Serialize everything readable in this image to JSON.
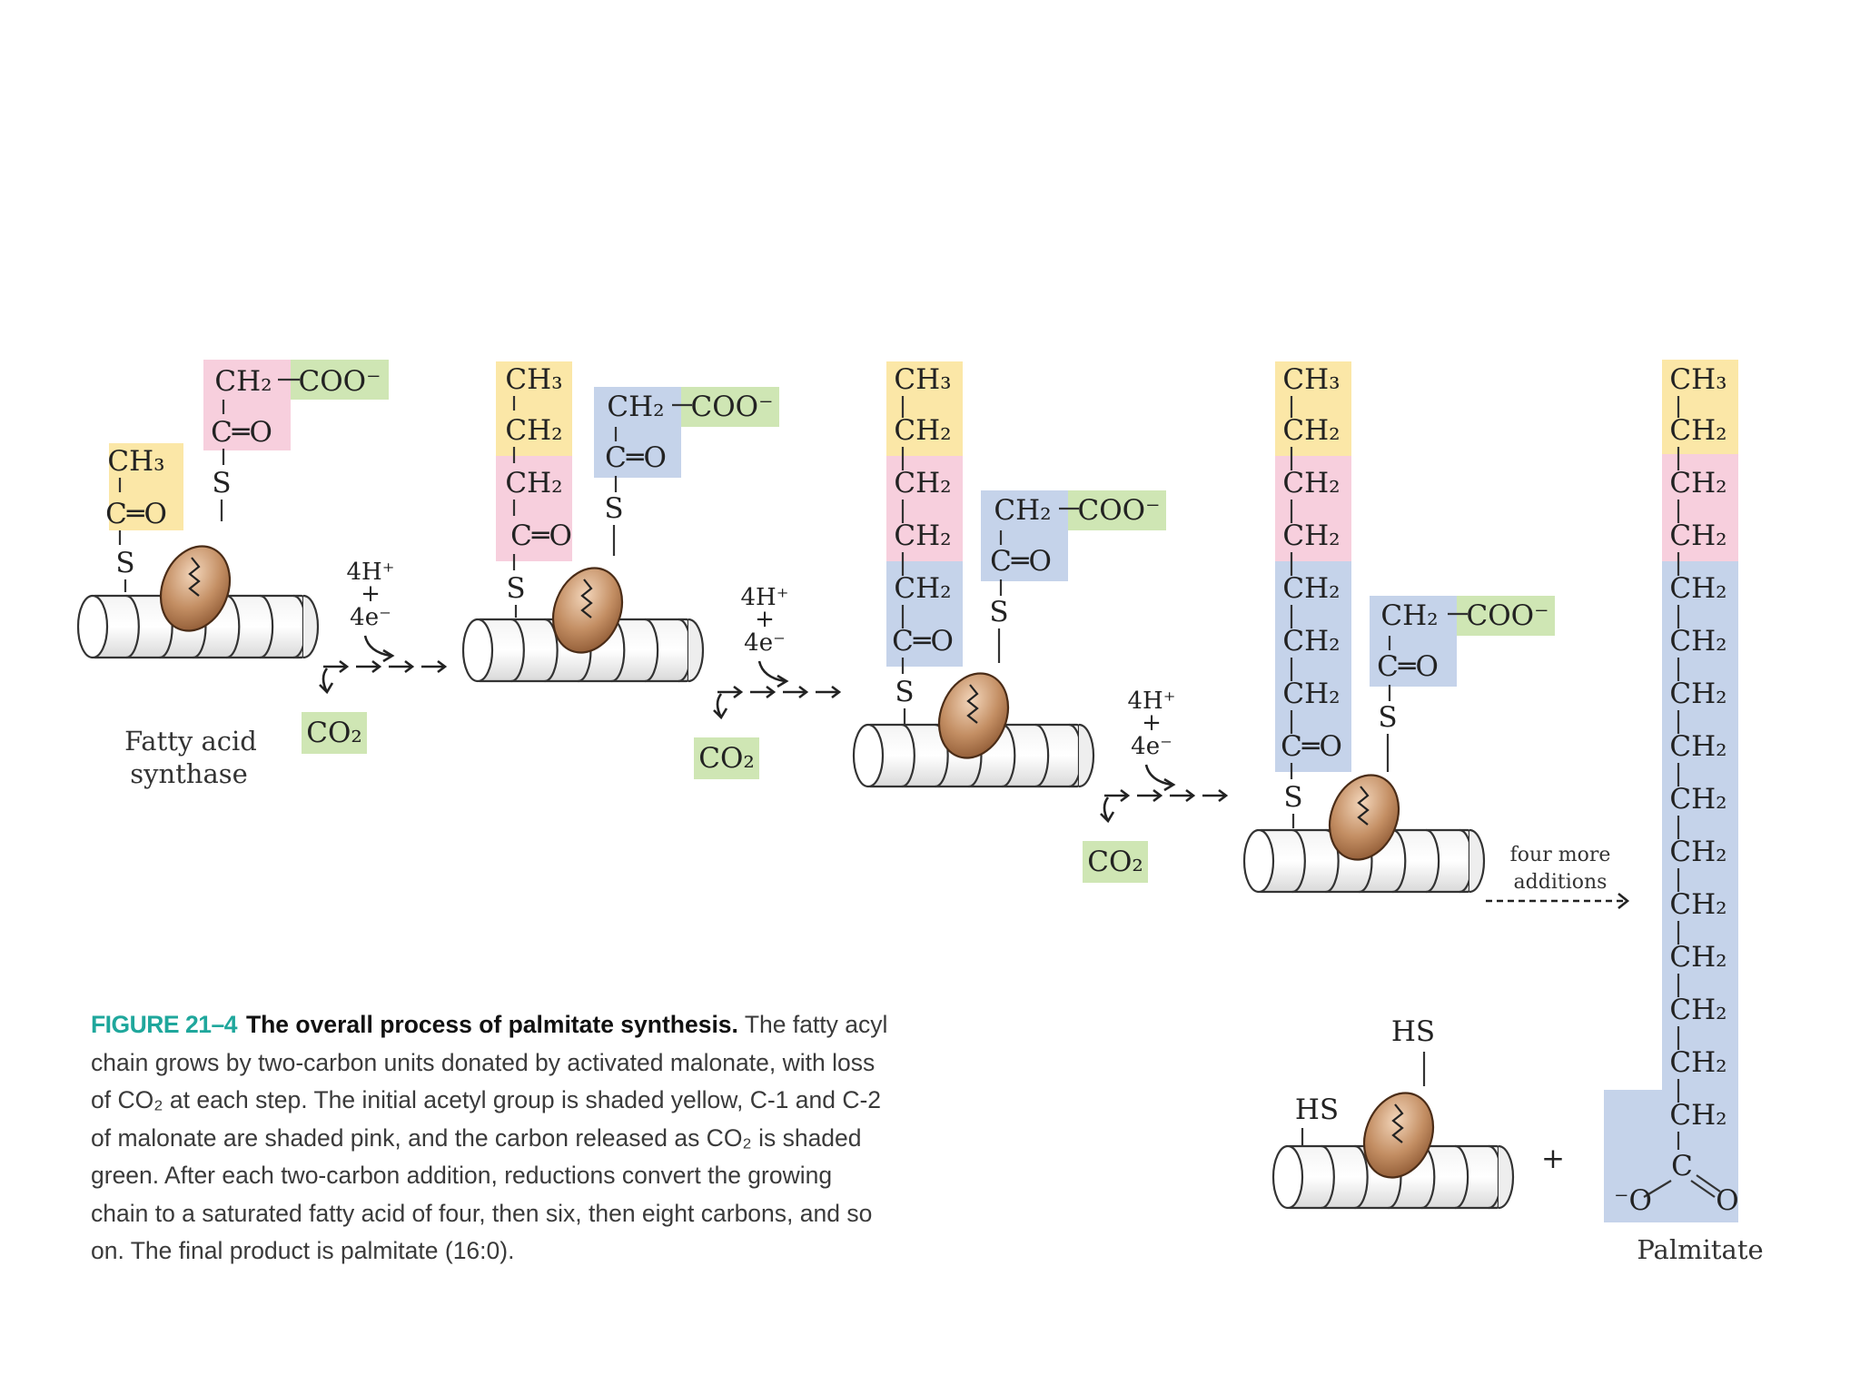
{
  "figure": {
    "number": "FIGURE 21–4",
    "title": "The overall process of palmitate synthesis.",
    "caption": "The fatty acyl chain grows by two-carbon units donated by activated malonate, with loss of CO₂ at each step. The initial acetyl group is shaded yellow, C-1 and C-2 of malonate are shaded pink, and the carbon released as CO₂ is shaded green. After each two-carbon addition, reductions convert the growing chain to a saturated fatty acid of four, then six, then eight carbons, and so on. The final product is palmitate (16:0)."
  },
  "labels": {
    "enzyme": [
      "Fatty acid",
      "synthase"
    ],
    "reducing": [
      "4H⁺",
      "+",
      "4e⁻"
    ],
    "co2": "CO₂",
    "four_more": [
      "four more",
      "additions"
    ],
    "product": "Palmitate",
    "plus": "+",
    "hs": "HS"
  },
  "groups": {
    "ch3": "CH₃",
    "ch2": "CH₂",
    "coo": "COO⁻",
    "co": "C═O",
    "s": "S",
    "c": "C",
    "o_minus": "⁻O",
    "o": "O"
  },
  "colors": {
    "acetyl_yellow": "#fbe7a7",
    "malonate_pink": "#f7cfdd",
    "co2_green": "#cfe6b4",
    "chain_blue": "#c5d3ea",
    "enzyme_brown": "#a56e44",
    "caption_teal": "#1fa79c"
  }
}
